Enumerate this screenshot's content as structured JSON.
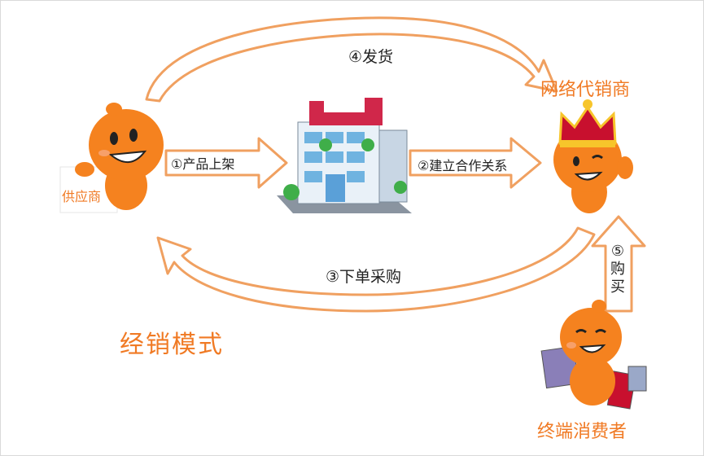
{
  "title": "经销模式",
  "actors": {
    "supplier": "供应商",
    "agent": "网络代销商",
    "consumer": "终端消费者"
  },
  "steps": {
    "s1": "①产品上架",
    "s2": "②建立合作关系",
    "s3": "③下单采购",
    "s4": "④发货",
    "s5": "⑤购买"
  },
  "colors": {
    "arrow_stroke": "#f0a060",
    "accent_orange": "#f07a24",
    "mascot_orange": "#f5821f",
    "crown_red": "#c8102e",
    "crown_gold": "#f7c52b"
  },
  "icons": [
    "supplier-mascot-icon",
    "building-icon",
    "agent-mascot-crown-icon",
    "consumer-mascot-shopping-icon"
  ]
}
